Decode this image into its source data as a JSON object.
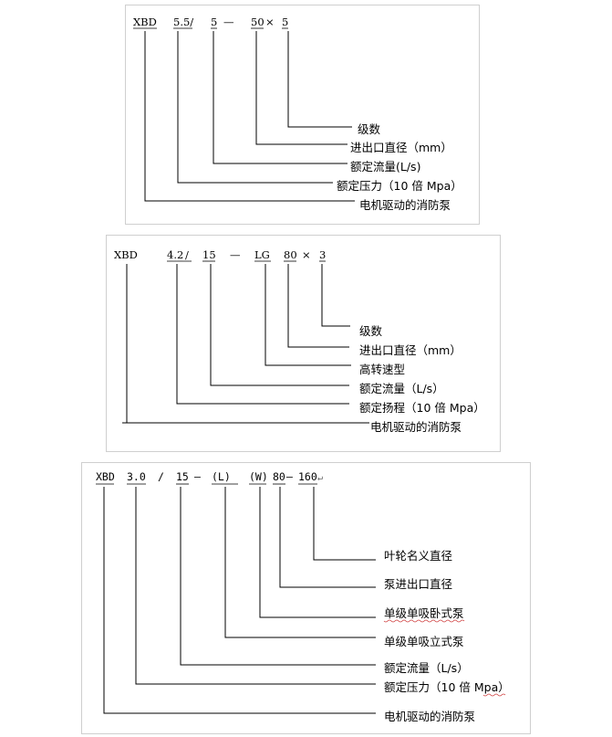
{
  "diagrams": [
    {
      "segments": [
        "XBD",
        "5.5/",
        "5",
        "—",
        "50",
        "×",
        "5"
      ],
      "labels": [
        "级数",
        "进出口直径（mm）",
        "额定流量(L/s)",
        "额定压力（10 倍 Mpa）",
        "电机驱动的消防泵"
      ]
    },
    {
      "segments": [
        "XBD",
        "4.2",
        "/",
        "15",
        "—",
        "LG",
        "80",
        "×",
        "3"
      ],
      "labels": [
        "级数",
        "进出口直径（mm）",
        "高转速型",
        "额定流量（L/s）",
        "额定扬程（10 倍 Mpa）",
        "电机驱动的消防泵"
      ]
    },
    {
      "segments": [
        "XBD",
        "3.0",
        "/",
        "15",
        "—",
        "(L)",
        "(W)",
        "80",
        "—",
        "160",
        "↵"
      ],
      "labels": [
        "叶轮名义直径",
        "泵进出口直径",
        "单级单吸卧式泵",
        "单级单吸立式泵",
        "额定流量（L/s）",
        "额定压力（10 倍 Mpa）",
        "电机驱动的消防泵"
      ]
    }
  ]
}
